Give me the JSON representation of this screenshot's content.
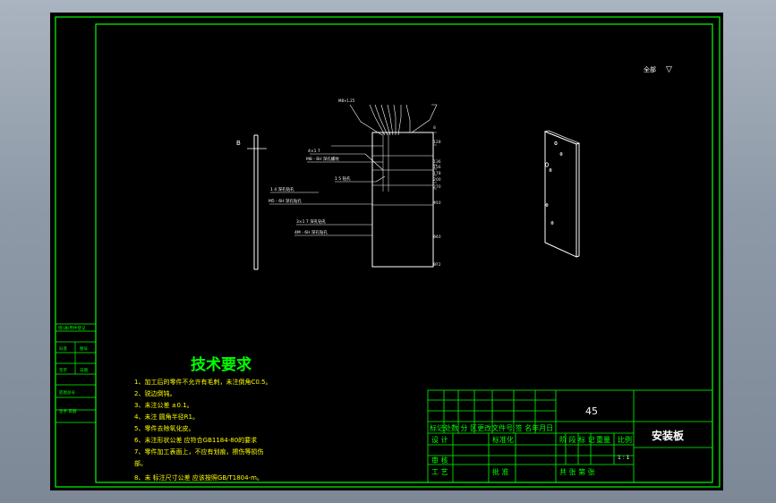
{
  "colors": {
    "background": "#000000",
    "frame": "#00ff00",
    "geometry": "#ffffff",
    "dimension": "#e8e8e8",
    "title_heading": "#00ff00",
    "notes": "#ffff00",
    "title_text": "#00ff00"
  },
  "roughness": {
    "label": "全部",
    "symbol": "▽"
  },
  "section_mark": "B",
  "dim_labels": {
    "d1": "M8×1.25",
    "d2": "4×1 7",
    "d3": "M8 - 6H 深孔螺纹",
    "d4": "1 5 钻孔",
    "d5": "1 4 深孔钻孔",
    "d6": "M5 - 6H 深孔钻孔",
    "d7": "3×1 7 深孔钻孔",
    "d8": "4M - 6H 深孔钻孔"
  },
  "dim_values": [
    "8",
    "128",
    "136",
    "156",
    "178",
    "200",
    "270",
    "410",
    "640",
    "872"
  ],
  "left_table": {
    "r1": "借(通)用件登记",
    "r2a": "旧底",
    "r2b": "图号",
    "r3a": "签字",
    "r3b": "日期",
    "r4": "底图总号",
    "r5": "签字 日期"
  },
  "tech_req": {
    "title": "技术要求",
    "items": [
      "1、加工后的零件不允许有毛刺，未注倒角C0.5。",
      "2、锐边倒钝。",
      "3、未注公差 ±0.1。",
      "4、未注 圆角半径R1。",
      "5、零件去除氧化皮。",
      "6、未注形状公差 应符合GB1184-80的要求",
      "7、零件加工表面上，不应有划痕，擦伤等损伤",
      "部。",
      "8、未 标注尺寸公差 应该按照GB/T1804-m。"
    ]
  },
  "title_block": {
    "material": "45",
    "name": "安装板",
    "header": "标记处数 分 区更改文件号 签 名年月日",
    "designer": "设 计",
    "standardize": "标准化",
    "stage": "阶 段 标 记",
    "weight": "重量",
    "scale": "比例",
    "scale_value": "1 : 1",
    "reviewer": "审 核",
    "process": "工 艺",
    "approve": "批 准",
    "sheets": "共 张 第 张"
  }
}
